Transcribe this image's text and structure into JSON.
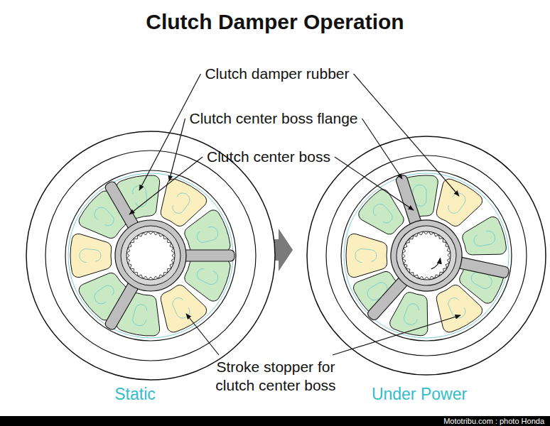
{
  "diagram": {
    "title": "Clutch Damper Operation",
    "labels": [
      "Clutch damper rubber",
      "Clutch center boss flange",
      "Clutch center boss",
      "Stroke stopper for clutch center boss",
      "Static",
      "Under Power",
      "Mototribu.com : photo Honda"
    ]
  }
}
